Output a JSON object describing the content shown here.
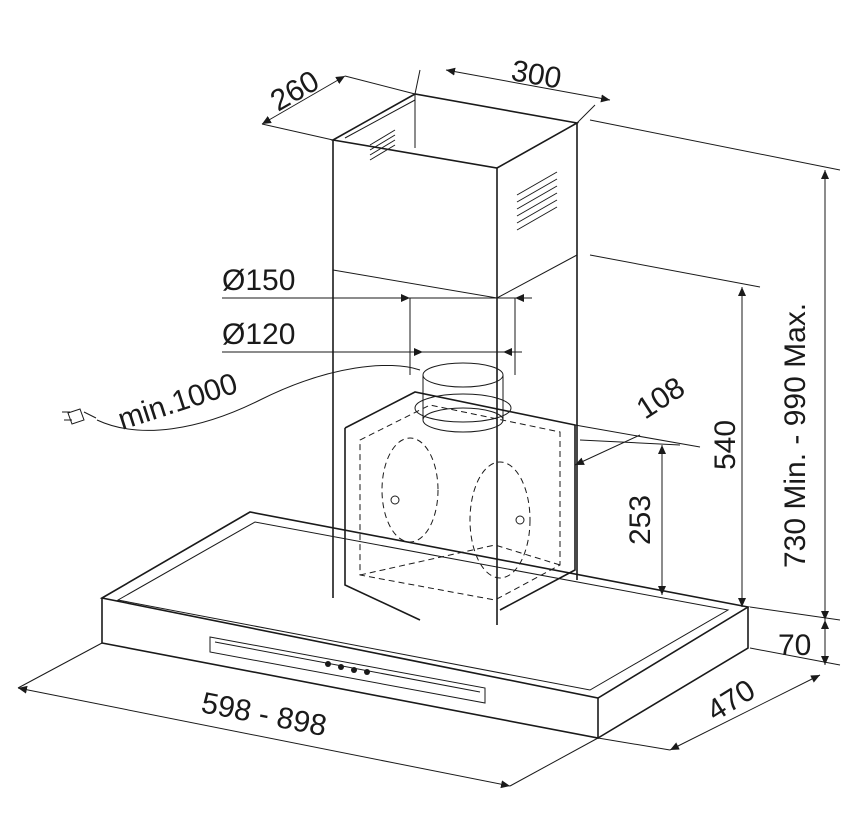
{
  "diagram": {
    "dimensions": {
      "chimney_depth": "260",
      "chimney_width": "300",
      "duct_outer": "Ø150",
      "duct_inner": "Ø120",
      "cable_length": "min.1000",
      "offset": "108",
      "motor_height": "253",
      "body_height": "540",
      "total_height": "730 Min. - 990 Max.",
      "canopy_height": "70",
      "canopy_depth": "470",
      "canopy_width": "598 - 898"
    },
    "icons": [
      "power-plug-icon",
      "control-buttons-icon"
    ]
  }
}
